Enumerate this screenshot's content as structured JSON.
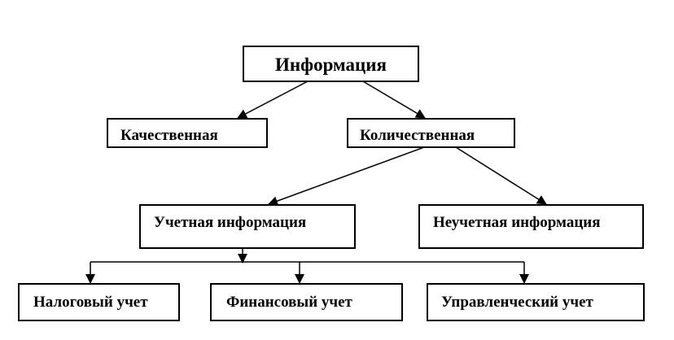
{
  "diagram": {
    "root": {
      "label": "Информация"
    },
    "qualitative": {
      "label": "Качественная"
    },
    "quantitative": {
      "label": "Количественная"
    },
    "accounting_info": {
      "label": "Учетная информация"
    },
    "non_accounting_info": {
      "label": "Неучетная информация"
    },
    "tax_accounting": {
      "label": "Налоговый учет"
    },
    "financial_accounting": {
      "label": "Финансовый учет"
    },
    "management_accounting": {
      "label": "Управленческий учет"
    },
    "colors": {
      "stroke": "#000000",
      "fill": "#ffffff",
      "text": "#000000"
    }
  }
}
